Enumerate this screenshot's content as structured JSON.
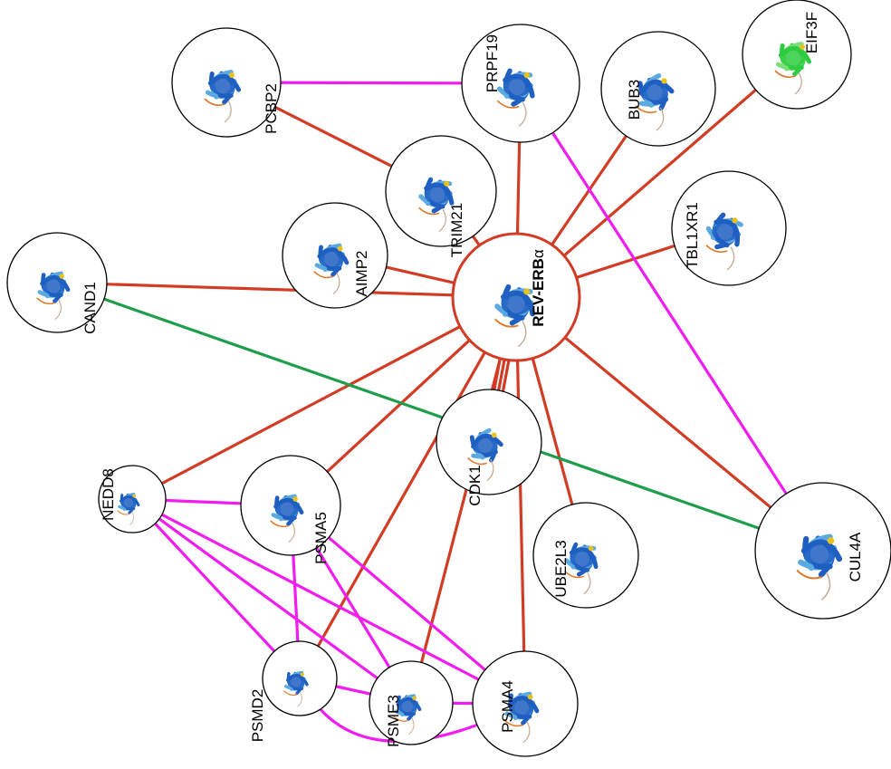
{
  "colors": {
    "red": "#d23b24",
    "magenta": "#f01cf0",
    "green": "#1e9e4a",
    "protein_blue": "#1f5fc2",
    "protein_light": "#5aa9e0",
    "protein_yellow": "#e8c21c",
    "protein_orange": "#e07a2c",
    "protein_green": "#2ecc40"
  },
  "center": {
    "id": "REVERB",
    "label_main": "REV-ERB",
    "label_suffix": "α"
  },
  "nodes": [
    {
      "id": "PRPF19",
      "label": "PRPF19",
      "icon": "protein-structure-icon"
    },
    {
      "id": "PCBP2",
      "label": "PCBP2",
      "icon": "protein-structure-icon"
    },
    {
      "id": "BUB3",
      "label": "BUB3",
      "icon": "protein-structure-icon"
    },
    {
      "id": "EIF3F",
      "label": "EIF3F",
      "icon": "protein-structure-icon"
    },
    {
      "id": "TRIM21",
      "label": "TRIM21",
      "icon": "protein-structure-icon"
    },
    {
      "id": "TBL1XR1",
      "label": "TBL1XR1",
      "icon": "protein-structure-icon"
    },
    {
      "id": "AIMP2",
      "label": "AIMP2",
      "icon": "protein-structure-icon"
    },
    {
      "id": "CAND1",
      "label": "CAND1",
      "icon": "protein-structure-icon"
    },
    {
      "id": "CDK1",
      "label": "CDK1",
      "icon": "protein-structure-icon"
    },
    {
      "id": "NEDD8",
      "label": "NEDD8",
      "icon": "protein-structure-icon"
    },
    {
      "id": "PSMA5",
      "label": "PSMA5",
      "icon": "protein-structure-icon"
    },
    {
      "id": "UBE2L3",
      "label": "UBE2L3",
      "icon": "protein-structure-icon"
    },
    {
      "id": "CUL4A",
      "label": "CUL4A",
      "icon": "protein-structure-icon"
    },
    {
      "id": "PSMD2",
      "label": "PSMD2",
      "icon": "protein-structure-icon"
    },
    {
      "id": "PSME3",
      "label": "PSME3",
      "icon": "protein-structure-icon"
    },
    {
      "id": "PSMA4",
      "label": "PSMA4",
      "icon": "protein-structure-icon"
    }
  ],
  "edges": [
    {
      "from": "REVERB",
      "to": "PRPF19",
      "color": "red"
    },
    {
      "from": "REVERB",
      "to": "BUB3",
      "color": "red"
    },
    {
      "from": "REVERB",
      "to": "EIF3F",
      "color": "red"
    },
    {
      "from": "REVERB",
      "to": "TBL1XR1",
      "color": "red"
    },
    {
      "from": "REVERB",
      "to": "TRIM21",
      "color": "red"
    },
    {
      "from": "REVERB",
      "to": "AIMP2",
      "color": "red"
    },
    {
      "from": "REVERB",
      "to": "CAND1",
      "color": "red"
    },
    {
      "from": "REVERB",
      "to": "NEDD8",
      "color": "red"
    },
    {
      "from": "REVERB",
      "to": "PSMA5",
      "color": "red"
    },
    {
      "from": "REVERB",
      "to": "CDK1",
      "color": "red"
    },
    {
      "from": "REVERB",
      "to": "UBE2L3",
      "color": "red"
    },
    {
      "from": "REVERB",
      "to": "CUL4A",
      "color": "red"
    },
    {
      "from": "REVERB",
      "to": "PSMD2",
      "color": "red"
    },
    {
      "from": "REVERB",
      "to": "PSME3",
      "color": "red"
    },
    {
      "from": "REVERB",
      "to": "PSMA4",
      "color": "red"
    },
    {
      "from": "PCBP2",
      "to": "TRIM21",
      "color": "red"
    },
    {
      "from": "PCBP2",
      "to": "PRPF19",
      "color": "magenta"
    },
    {
      "from": "PRPF19",
      "to": "CUL4A",
      "color": "magenta"
    },
    {
      "from": "CAND1",
      "to": "CUL4A",
      "color": "green"
    },
    {
      "from": "NEDD8",
      "to": "PSMA5",
      "color": "magenta"
    },
    {
      "from": "NEDD8",
      "to": "PSMD2",
      "color": "magenta"
    },
    {
      "from": "NEDD8",
      "to": "PSME3",
      "color": "magenta"
    },
    {
      "from": "NEDD8",
      "to": "PSMA4",
      "color": "magenta"
    },
    {
      "from": "PSMA5",
      "to": "PSMD2",
      "color": "magenta"
    },
    {
      "from": "PSMA5",
      "to": "PSME3",
      "color": "magenta"
    },
    {
      "from": "PSMA5",
      "to": "PSMA4",
      "color": "magenta"
    },
    {
      "from": "PSMD2",
      "to": "PSME3",
      "color": "magenta"
    },
    {
      "from": "PSME3",
      "to": "PSMA4",
      "color": "magenta"
    },
    {
      "from": "PSMD2",
      "to": "PSMA4",
      "color": "magenta",
      "curve": true
    }
  ]
}
